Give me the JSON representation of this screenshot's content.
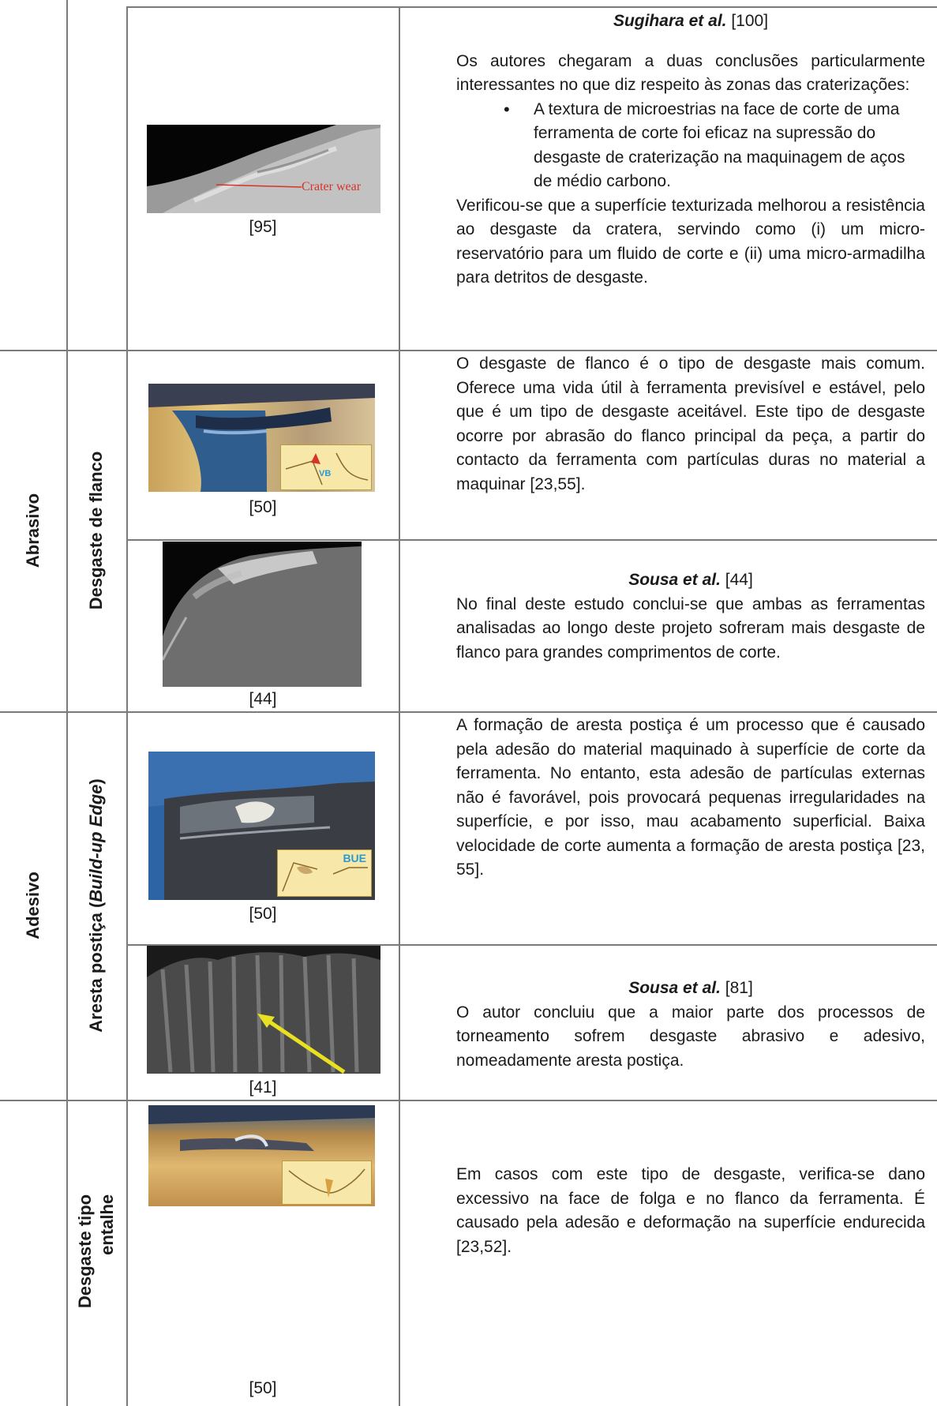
{
  "rows": {
    "crater": {
      "caption": "[95]",
      "overlay": "Crater wear",
      "ref_title": "Sugihara et al.",
      "ref_num": "[100]",
      "intro": "Os autores chegaram a duas conclusões particularmente interessantes no que diz respeito às zonas das craterizações:",
      "bullet": "A textura de microestrias na face de corte de uma ferramenta de corte foi eficaz na supressão do desgaste de craterização na maquinagem de aços de médio carbono.",
      "conclusion": "Verificou-se que a superfície texturizada melhorou a resistência ao desgaste da cratera, servindo como (i) um micro-reservatório para um fluido de corte e (ii) uma micro-armadilha para detritos de desgaste."
    },
    "abrasivo": {
      "mechanism": "Abrasivo",
      "type": "Desgaste de flanco",
      "caption_1": "[50]",
      "inset_label_1": "VB",
      "text_1": "O desgaste de flanco é o tipo de desgaste mais comum. Oferece uma vida útil à ferramenta previsível e estável, pelo que é um tipo de desgaste aceitável. Este tipo de desgaste ocorre por abrasão do flanco principal da peça, a partir do contacto da ferramenta com partículas duras no material a maquinar [23,55].",
      "caption_2": "[44]",
      "ref_title": "Sousa et al.",
      "ref_num": "[44]",
      "text_2": "No final deste estudo conclui-se que ambas as ferramentas analisadas ao longo deste projeto sofreram mais desgaste de flanco para grandes comprimentos de corte."
    },
    "adesivo": {
      "mechanism": "Adesivo",
      "type_prefix": "Aresta postiça (",
      "type_italic": "Build-up Edge",
      "type_suffix": ")",
      "caption_1": "[50]",
      "inset_label_1": "BUE",
      "text_1": "A formação de aresta postiça é um processo que é causado pela adesão do material maquinado à superfície de corte da ferramenta. No entanto, esta adesão de partículas externas não é favorável, pois provocará pequenas irregularidades na superfície, e por isso, mau acabamento superficial. Baixa velocidade de corte aumenta a formação de aresta postiça [23, 55].",
      "caption_2": "[41]",
      "ref_title": "Sousa et al.",
      "ref_num": "[81]",
      "text_2": "O autor concluiu que a maior parte dos processos de torneamento sofrem desgaste abrasivo e adesivo, nomeadamente aresta postiça."
    },
    "entalhe": {
      "type_line1": "Desgaste tipo",
      "type_line2": "entalhe",
      "caption": "[50]",
      "text": "Em casos com este tipo de desgaste, verifica-se dano excessivo na face de folga e no flanco da ferramenta. É causado pela adesão e deformação na superfície endurecida [23,52]."
    }
  },
  "colors": {
    "grid": "#7a7a7a",
    "inset_bg": "#f7e7a8",
    "crater_red": "#d8322a",
    "arrow_yellow": "#e8e020"
  }
}
